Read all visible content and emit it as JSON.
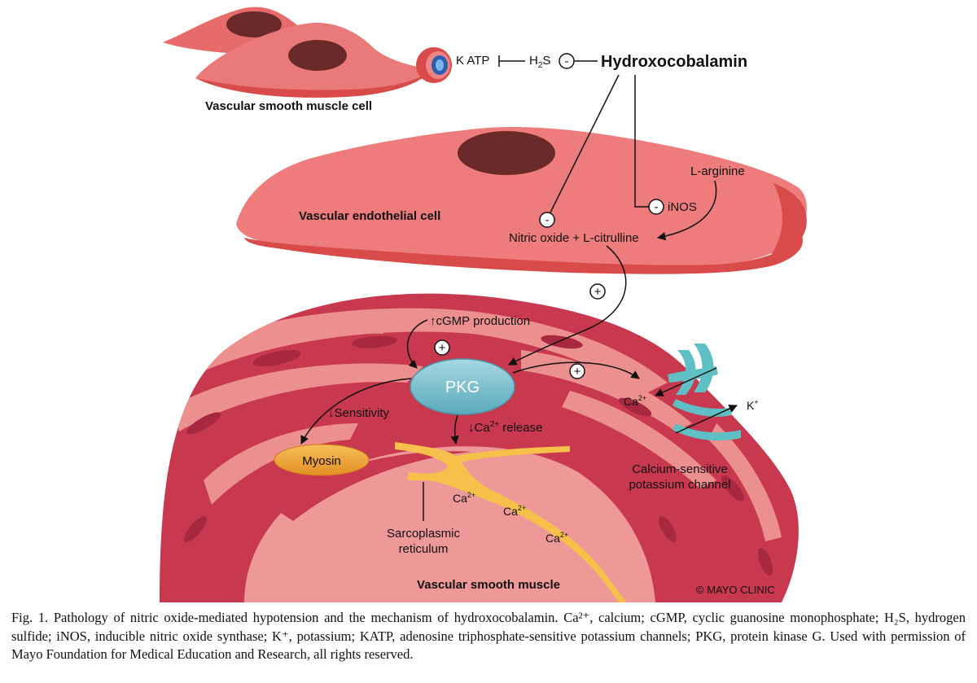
{
  "labels": {
    "hydroxocobalamin": "Hydroxocobalamin",
    "katp": "K ATP",
    "h2s": "H",
    "h2s_sub": "2",
    "h2s_tail": "S",
    "minus": "-",
    "plus": "+",
    "vsmc_title": "Vascular smooth muscle cell",
    "vec_title": "Vascular endothelial cell",
    "l_arginine": "L-arginine",
    "inos": "iNOS",
    "no_citrulline": "Nitric oxide + L-citrulline",
    "cgmp": "↑cGMP production",
    "pkg": "PKG",
    "sensitivity": "↓Sensitivity",
    "ca_release_pre": "↓Ca",
    "ca_release_post": " release",
    "ca": "Ca",
    "charge": "2+",
    "k": "K",
    "k_charge": "+",
    "myosin": "Myosin",
    "channel_line1": "Calcium-sensitive",
    "channel_line2": "potassium channel",
    "sr_line1": "Sarcoplasmic",
    "sr_line2": "reticulum",
    "vsm_title": "Vascular smooth muscle",
    "copyright": "© MAYO CLINIC"
  },
  "caption": "Fig. 1.  Pathology of nitric oxide-mediated hypotension and the mechanism of hydroxocobalamin. Ca²⁺, calcium; cGMP, cyclic guanosine monophosphate; H₂S, hydrogen sulfide; iNOS, inducible nitric oxide synthase; K⁺, potassium; KATP, adenosine triphosphate-sensitive potassium channels; PKG, protein kinase G. Used with permission of Mayo Foundation for Medical Education and Research, all rights reserved.",
  "colors": {
    "cell_light": "#ee8484",
    "cell_dark": "#d94a4a",
    "nucleus": "#6b2a2a",
    "muscle_base": "#ec8f8f",
    "muscle_fiber": "#c8384f",
    "muscle_dark": "#a8283f",
    "pkg_fill": "#7cc0cf",
    "myosin_fill": "#f0a43a",
    "sr_fill": "#f6c04a",
    "channel_fill": "#5ec0c4"
  }
}
